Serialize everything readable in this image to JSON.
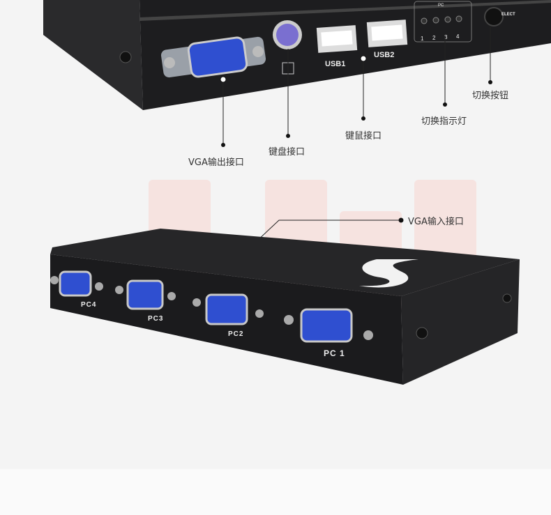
{
  "callouts": {
    "vga_output": "VGA输出接口",
    "keyboard": "键盘接口",
    "keyboard_mouse": "键鼠接口",
    "indicator": "切换指示灯",
    "switch_button": "切换按钮",
    "vga_input": "VGA输入接口"
  },
  "top_device": {
    "usb1": "USB1",
    "usb2": "USB2",
    "select": "ELECT",
    "pc": "PC",
    "led_numbers": [
      "1",
      "2",
      "3",
      "4"
    ]
  },
  "bottom_device": {
    "ports": [
      "PC4",
      "PC3",
      "PC2",
      "PC 1"
    ]
  },
  "colors": {
    "background": "#f4f4f4",
    "device": "#1c1c1e",
    "vga_port": "#2f4fd0",
    "accent_pink": "#f3dcd8"
  }
}
